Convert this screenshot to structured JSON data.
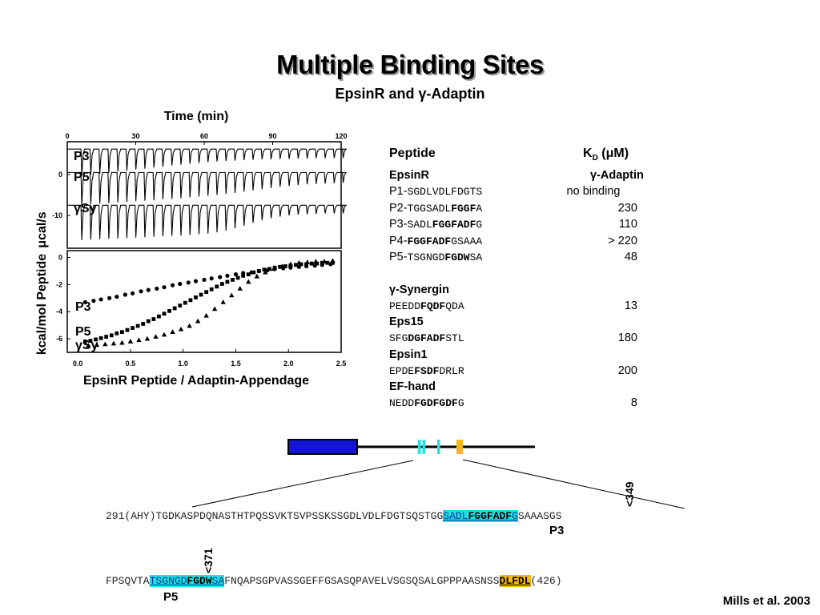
{
  "title": "Multiple Binding Sites",
  "subtitle": "EpsinR and γ-Adaptin",
  "credit": "Mills et al. 2003",
  "chart_data": [
    {
      "type": "line",
      "panel": "top",
      "xlabel": "Time (min)",
      "ylabel": "μcal/s",
      "xlim": [
        0,
        120
      ],
      "ylim": [
        -18,
        8
      ],
      "x_ticks": [
        "0",
        "30",
        "60",
        "90",
        "120"
      ],
      "y_ticks": [
        "0",
        "-10"
      ],
      "series": [
        {
          "name": "P3",
          "baseline": 6.2,
          "injection_start": 6,
          "injection_interval": 3.95,
          "injections": 30,
          "peak_depths": [
            6.5,
            6.2,
            6.0,
            5.8,
            5.5,
            5.3,
            5.0,
            4.8,
            4.5,
            4.3,
            4.0,
            3.8,
            3.6,
            3.4,
            3.2,
            3.0,
            2.9,
            2.8,
            2.7,
            2.6,
            2.5,
            2.5,
            2.4,
            2.4,
            2.3,
            2.3,
            2.2,
            2.2,
            2.2,
            2.2
          ]
        },
        {
          "name": "P5",
          "baseline": 0.5,
          "injection_start": 6,
          "injection_interval": 3.95,
          "injections": 30,
          "peak_depths": [
            8.0,
            7.8,
            7.6,
            7.5,
            7.3,
            7.2,
            7.0,
            6.9,
            6.8,
            6.6,
            6.5,
            6.3,
            6.1,
            5.9,
            5.7,
            5.5,
            5.2,
            5.0,
            4.7,
            4.4,
            4.1,
            3.8,
            3.5,
            3.3,
            3.1,
            2.9,
            2.8,
            2.7,
            2.6,
            2.5
          ]
        },
        {
          "name": "γSy",
          "baseline": -7.5,
          "injection_start": 6,
          "injection_interval": 3.95,
          "injections": 30,
          "peak_depths": [
            8.5,
            8.4,
            8.3,
            8.2,
            8.1,
            8.0,
            7.9,
            7.8,
            7.7,
            7.6,
            7.5,
            7.4,
            7.3,
            7.1,
            6.9,
            6.6,
            6.2,
            5.6,
            5.0,
            4.3,
            3.7,
            3.2,
            2.8,
            2.5,
            2.3,
            2.2,
            2.1,
            2.0,
            2.0,
            2.0
          ]
        }
      ]
    },
    {
      "type": "scatter",
      "panel": "bottom",
      "xlabel": "EpsinR Peptide / Adaptin-Appendage",
      "ylabel": "kcal/mol Peptide",
      "xlim": [
        -0.1,
        2.5
      ],
      "ylim": [
        -7,
        0.5
      ],
      "x_ticks": [
        "0.0",
        "0.5",
        "1.0",
        "1.5",
        "2.0",
        "2.5"
      ],
      "y_ticks": [
        "0",
        "-2",
        "-4",
        "-6"
      ],
      "series": [
        {
          "name": "P3",
          "marker": "circle",
          "x": [
            0.07,
            0.15,
            0.22,
            0.3,
            0.37,
            0.45,
            0.52,
            0.6,
            0.67,
            0.75,
            0.82,
            0.9,
            0.97,
            1.05,
            1.12,
            1.2,
            1.27,
            1.35,
            1.42,
            1.5,
            1.57,
            1.65,
            1.72,
            1.8,
            1.87,
            1.95,
            2.02,
            2.1,
            2.17,
            2.25,
            2.32,
            2.4
          ],
          "y": [
            -3.3,
            -3.2,
            -3.1,
            -3.0,
            -2.9,
            -2.75,
            -2.65,
            -2.5,
            -2.4,
            -2.3,
            -2.2,
            -2.05,
            -1.95,
            -1.85,
            -1.75,
            -1.65,
            -1.55,
            -1.45,
            -1.35,
            -1.25,
            -1.15,
            -1.1,
            -1.0,
            -0.95,
            -0.85,
            -0.8,
            -0.75,
            -0.7,
            -0.65,
            -0.6,
            -0.55,
            -0.5
          ]
        },
        {
          "name": "P5",
          "marker": "square",
          "x": [
            0.07,
            0.12,
            0.17,
            0.22,
            0.27,
            0.32,
            0.37,
            0.42,
            0.47,
            0.52,
            0.57,
            0.62,
            0.67,
            0.72,
            0.77,
            0.82,
            0.87,
            0.92,
            0.97,
            1.02,
            1.07,
            1.12,
            1.17,
            1.22,
            1.27,
            1.32,
            1.37,
            1.42,
            1.47,
            1.52,
            1.57,
            1.62,
            1.67,
            1.72,
            1.77,
            1.82,
            1.87,
            1.92,
            1.97,
            2.02,
            2.07,
            2.12,
            2.17,
            2.22,
            2.27,
            2.32,
            2.37,
            2.42
          ],
          "y": [
            -6.2,
            -6.15,
            -6.05,
            -5.95,
            -5.85,
            -5.75,
            -5.6,
            -5.5,
            -5.35,
            -5.2,
            -5.05,
            -4.9,
            -4.7,
            -4.55,
            -4.35,
            -4.15,
            -3.95,
            -3.75,
            -3.55,
            -3.35,
            -3.15,
            -2.95,
            -2.75,
            -2.55,
            -2.35,
            -2.15,
            -1.95,
            -1.8,
            -1.65,
            -1.5,
            -1.35,
            -1.25,
            -1.1,
            -1.0,
            -0.9,
            -0.85,
            -0.75,
            -0.7,
            -0.65,
            -0.6,
            -0.55,
            -0.5,
            -0.5,
            -0.45,
            -0.45,
            -0.4,
            -0.4,
            -0.4
          ]
        },
        {
          "name": "γSy",
          "marker": "triangle",
          "x": [
            0.1,
            0.18,
            0.26,
            0.34,
            0.42,
            0.5,
            0.58,
            0.66,
            0.74,
            0.82,
            0.9,
            0.98,
            1.06,
            1.14,
            1.22,
            1.3,
            1.38,
            1.46,
            1.54,
            1.62,
            1.7,
            1.78,
            1.86,
            1.94,
            2.02,
            2.1,
            2.18,
            2.26,
            2.34,
            2.42
          ],
          "y": [
            -6.5,
            -6.45,
            -6.4,
            -6.35,
            -6.3,
            -6.2,
            -6.1,
            -6.0,
            -5.85,
            -5.7,
            -5.5,
            -5.3,
            -5.05,
            -4.7,
            -4.3,
            -3.8,
            -3.3,
            -2.8,
            -2.3,
            -1.8,
            -1.4,
            -1.1,
            -0.85,
            -0.65,
            -0.5,
            -0.4,
            -0.35,
            -0.3,
            -0.3,
            -0.25
          ]
        }
      ]
    }
  ],
  "plot_labels": {
    "top": [
      "P3",
      "P5",
      "γSy"
    ],
    "bottom": [
      "P3",
      "P5",
      "γSy"
    ]
  },
  "table": {
    "header_peptide": "Peptide",
    "header_kd": "K",
    "header_kd_sub": "D",
    "header_kd_unit": " (μM)",
    "column_group": "γ-Adaptin",
    "groups": [
      {
        "name": "EpsinR",
        "rows": [
          {
            "label": "P1-",
            "pre": "SGDLVDLFDGTS",
            "bold": "",
            "post": "",
            "kd": "no binding"
          },
          {
            "label": "P2-",
            "pre": "TGGSADL",
            "bold": "FGGF",
            "post": "A",
            "kd": "230"
          },
          {
            "label": "P3-",
            "pre": "SADL",
            "bold": "FGGFADF",
            "post": "G",
            "kd": "110"
          },
          {
            "label": "P4-",
            "pre": "",
            "bold": "FGGFADF",
            "post": "GSAAA",
            "kd": "> 220"
          },
          {
            "label": "P5-",
            "pre": "TSGNGD",
            "bold": "FGDW",
            "post": "SA",
            "kd": "48"
          }
        ]
      },
      {
        "name": "γ-Synergin",
        "rows": [
          {
            "label": "",
            "pre": "PEEDD",
            "bold": "FQDF",
            "post": "QDA",
            "kd": "13"
          }
        ]
      },
      {
        "name": "Eps15",
        "rows": [
          {
            "label": "",
            "pre": "SFG",
            "bold": "DGFADF",
            "post": "STL",
            "kd": "180"
          }
        ]
      },
      {
        "name": "Epsin1",
        "rows": [
          {
            "label": "",
            "pre": "EPDE",
            "bold": "FSDF",
            "post": "DRLR",
            "kd": "200"
          }
        ]
      },
      {
        "name": "EF-hand",
        "rows": [
          {
            "label": "",
            "pre": "NEDD",
            "bold": "FGDFGDF",
            "post": "G",
            "kd": "8"
          }
        ]
      }
    ]
  },
  "domain_colors": {
    "domain_block": "#1414d8",
    "motif_cyan": "#22e0e0",
    "motif_gold": "#f3b811"
  },
  "sequence": {
    "line1_pre": "291(AHY)TGDKASPDQNASTHTPQSSVKTSVPSSKSSGDLVDLFDGTSQSTGG",
    "line1_hl_a": "SADL",
    "line1_hl_bold": "FGGFADF",
    "line1_hl_b": "G",
    "line1_post": "SAAASGS",
    "line1_site_label": "P3",
    "line1_pos": "<349",
    "line2_pre": "FPSQVTA",
    "line2_hl_a": "TSGNGD",
    "line2_hl_bold": "FGDW",
    "line2_hl_b": "SA",
    "line2_mid": "FNQAPSGPVASSGEFFGSASQPAVELVSGSQSALGPPPAASNSS",
    "line2_gold": "DLFDL",
    "line2_post": "(426)",
    "line2_site_label": "P5",
    "line2_pos": "<371"
  }
}
